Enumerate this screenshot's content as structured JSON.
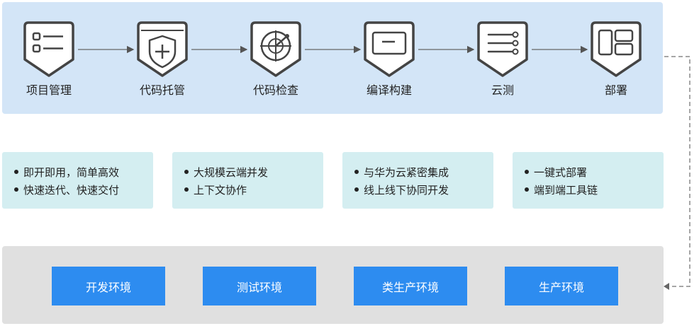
{
  "pipeline": {
    "steps": [
      {
        "label": "项目管理",
        "icon": "list-icon"
      },
      {
        "label": "代码托管",
        "icon": "shield-plus-icon"
      },
      {
        "label": "代码检查",
        "icon": "radar-icon"
      },
      {
        "label": "编译构建",
        "icon": "window-icon"
      },
      {
        "label": "云测",
        "icon": "sliders-icon"
      },
      {
        "label": "部署",
        "icon": "layout-icon"
      }
    ]
  },
  "features": [
    {
      "items": [
        "即开即用，简单高效",
        "快速迭代、快速交付"
      ]
    },
    {
      "items": [
        "大规模云端并发",
        "上下文协作"
      ]
    },
    {
      "items": [
        "与华为云紧密集成",
        "线上线下协同开发"
      ]
    },
    {
      "items": [
        "一键式部署",
        "端到端工具链"
      ]
    }
  ],
  "environments": [
    "开发环境",
    "测试环境",
    "类生产环境",
    "生产环境"
  ],
  "colors": {
    "pipeline_bg": "#d3e5f7",
    "feature_bg": "#d4eef1",
    "env_bg": "#e0e0e0",
    "env_button": "#2d8cf0",
    "badge_stroke": "#444444"
  }
}
